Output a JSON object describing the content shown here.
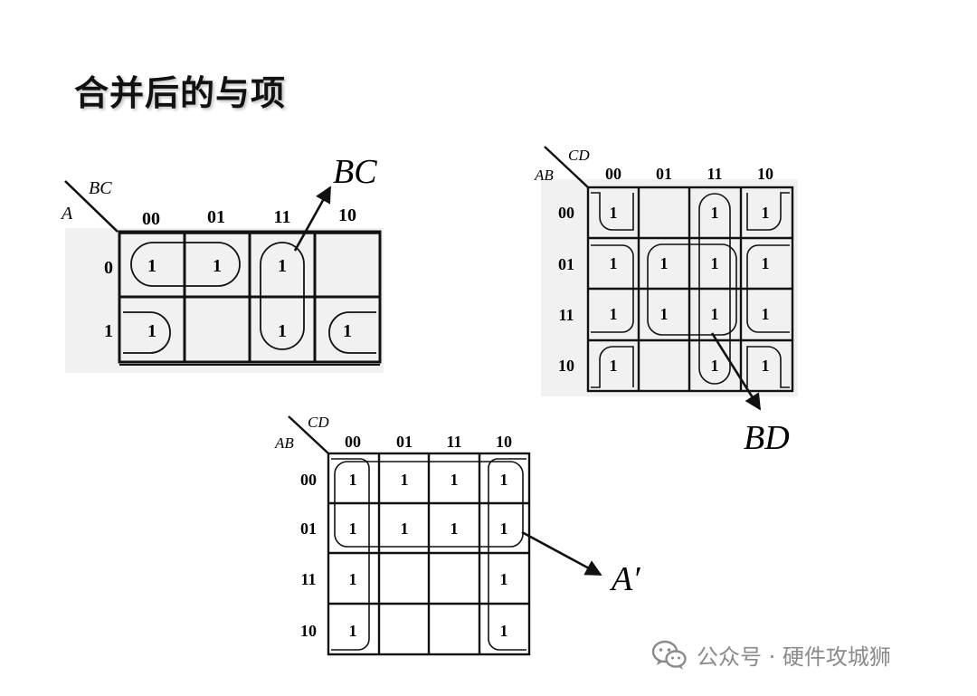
{
  "title": "合并后的与项",
  "maps": [
    {
      "row_var": "A",
      "col_var": "BC",
      "col_labels": [
        "00",
        "01",
        "11",
        "10"
      ],
      "row_labels": [
        "0",
        "1"
      ],
      "cells": [
        [
          "1",
          "1",
          "1",
          ""
        ],
        [
          "1",
          "",
          "1",
          "1"
        ]
      ],
      "result_label": "BC"
    },
    {
      "row_var": "AB",
      "col_var": "CD",
      "col_labels": [
        "00",
        "01",
        "11",
        "10"
      ],
      "row_labels": [
        "00",
        "01",
        "11",
        "10"
      ],
      "cells": [
        [
          "1",
          "",
          "1",
          "1"
        ],
        [
          "1",
          "1",
          "1",
          "1"
        ],
        [
          "1",
          "1",
          "1",
          "1"
        ],
        [
          "1",
          "",
          "1",
          "1"
        ]
      ],
      "result_label": "BD"
    },
    {
      "row_var": "AB",
      "col_var": "CD",
      "col_labels": [
        "00",
        "01",
        "11",
        "10"
      ],
      "row_labels": [
        "00",
        "01",
        "11",
        "10"
      ],
      "cells": [
        [
          "1",
          "1",
          "1",
          "1"
        ],
        [
          "1",
          "1",
          "1",
          "1"
        ],
        [
          "1",
          "",
          "",
          "1"
        ],
        [
          "1",
          "",
          "",
          "1"
        ]
      ],
      "result_label": "A′"
    }
  ],
  "watermark": {
    "text": "公众号 · 硬件攻城狮",
    "icon": "wechat-icon"
  }
}
